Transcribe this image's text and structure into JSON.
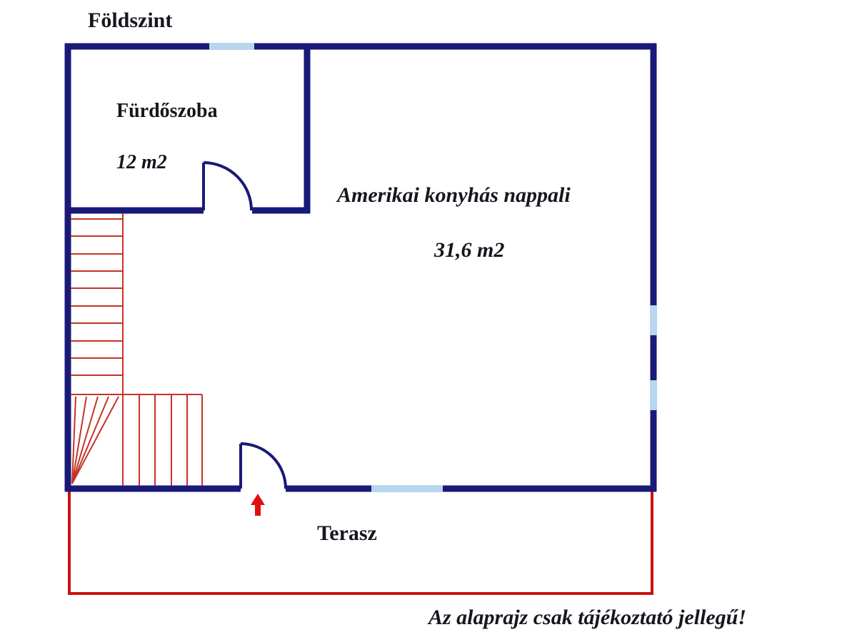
{
  "floor": {
    "title": "Földszint"
  },
  "rooms": {
    "bathroom": {
      "label": "Fürdőszoba",
      "area": "12 m2"
    },
    "living_room": {
      "label": "Amerikai konyhás nappali",
      "area": "31,6 m2"
    },
    "terrace": {
      "label": "Terasz"
    }
  },
  "disclaimer": "Az alaprajz csak tájékoztató jellegű!",
  "colors": {
    "wall": "#191978",
    "window": "#b8d6ee",
    "stair_red": "#c23528",
    "terrace_red": "#cc1111",
    "accent_red": "#e01010",
    "text": "#16161e",
    "background": "#ffffff"
  }
}
